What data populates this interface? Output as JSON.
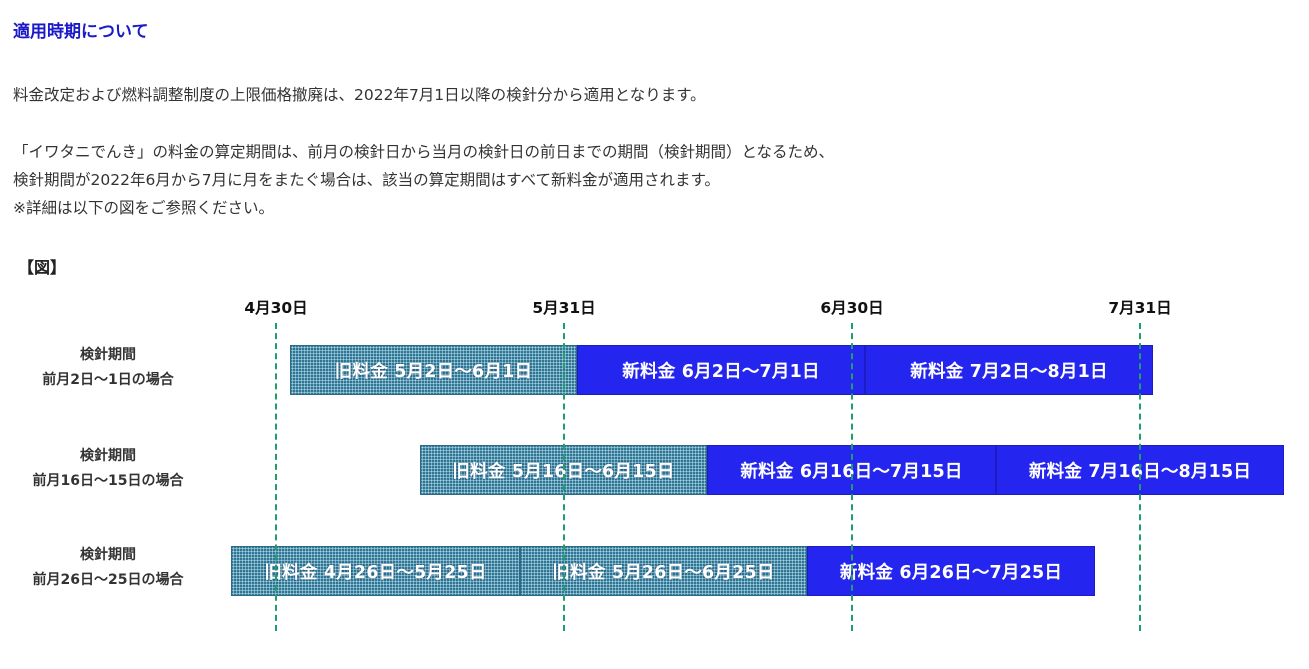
{
  "heading": "適用時期について",
  "paragraphs": [
    "料金改定および燃料調整制度の上限価格撤廃は、2022年7月1日以降の検針分から適用となります。",
    "「イワタニでんき」の料金の算定期間は、前月の検針日から当月の検針日の前日までの期間（検針期間）となるため、",
    "検針期間が2022年6月から7月に月をまたぐ場合は、該当の算定期間はすべて新料金が適用されます。",
    "※詳細は以下の図をご参照ください。"
  ],
  "figure_label": "【図】",
  "dates": [
    "4月30日",
    "5月31日",
    "6月30日",
    "7月31日"
  ],
  "rows": [
    {
      "label1": "検針期間",
      "label2": "前月2日～1日の場合",
      "segments": [
        {
          "text": "旧料金 5月2日～6月1日",
          "kind": "old"
        },
        {
          "text": "新料金 6月2日～7月1日",
          "kind": "new"
        },
        {
          "text": "新料金 7月2日～8月1日",
          "kind": "new"
        }
      ]
    },
    {
      "label1": "検針期間",
      "label2": "前月16日～15日の場合",
      "segments": [
        {
          "text": "旧料金 5月16日～6月15日",
          "kind": "old"
        },
        {
          "text": "新料金 6月16日～7月15日",
          "kind": "new"
        },
        {
          "text": "新料金 7月16日～8月15日",
          "kind": "new"
        }
      ]
    },
    {
      "label1": "検針期間",
      "label2": "前月26日～25日の場合",
      "segments": [
        {
          "text": "旧料金 4月26日～5月25日",
          "kind": "old"
        },
        {
          "text": "旧料金 5月26日～6月25日",
          "kind": "old"
        },
        {
          "text": "新料金 6月26日～7月25日",
          "kind": "new"
        }
      ]
    }
  ],
  "colors": {
    "heading": "#1a1ac8",
    "new_fee": "#2525f0",
    "old_fee": "#3f8fae",
    "guide_line": "#1fa06a"
  }
}
